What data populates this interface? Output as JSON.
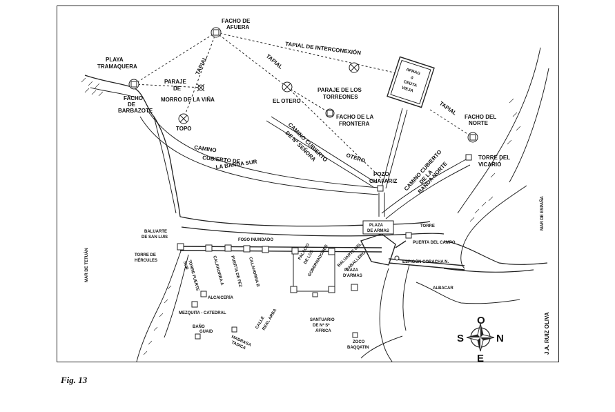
{
  "map": {
    "labels": {
      "facho_afuera": [
        "FACHO DE",
        "AFUERA"
      ],
      "tapial_interconexion": "TAPIAL DE INTERCONEXIÓN",
      "playa_tramaquera": [
        "PLAYA",
        "TRAMAQUERA"
      ],
      "facho_barbazote": [
        "FACHO",
        "DE",
        "BARBAZOTE"
      ],
      "tapial_1": "TAPIAL",
      "tapial_2": "TAPIAL",
      "tapial_3": "TAPIAL",
      "paraje_morro": [
        "PARAJE",
        "DE",
        "MORRO DE LA VIÑA"
      ],
      "topo": "TOPO",
      "el_otero": "EL OTERO",
      "paraje_torreones": [
        "PARAJE DE LOS",
        "TORREONES"
      ],
      "facho_frontera": [
        "FACHO DE LA",
        "FRONTERA"
      ],
      "afrag": [
        "AFRAG",
        "ó",
        "CEUTA",
        "VIEJA"
      ],
      "facho_norte": [
        "FACHO DEL",
        "NORTE"
      ],
      "torre_vicario": [
        "TORRE DEL",
        "VICARIO"
      ],
      "camino_banda_sur": [
        "CAMINO",
        "CUBIERTO DE",
        "LA BANDA SUR"
      ],
      "camino_senora": [
        "CAMINO CUBIERTO",
        "DE Nª SEÑORA"
      ],
      "otero": "OTERO",
      "pozo_chafariz": [
        "POZO",
        "CHAFARIZ"
      ],
      "camino_banda_norte": [
        "CAMINO CUBIERTO",
        "DE LA",
        "BANDA NORTE"
      ],
      "plaza_armas": [
        "PLAZA",
        "DE ARMAS"
      ],
      "torre": "TORRE",
      "puerta_campo": "PUERTA DEL CAMPO",
      "espigon": "ESPIGÓN CORACHA N.",
      "albacar": "ALBACAR",
      "baluarte_san_luis": [
        "BALUARTE",
        "DE SAN LUIS"
      ],
      "foso_inundado": "FOSO INUNDADO",
      "torre_hercules": [
        "TORRE DE",
        "HÉRCULES"
      ],
      "torre_fuerte": [
        "TORRE FUERTE",
        "SUR"
      ],
      "calahorra_1": "CALAHORRA A",
      "puerta_fez": "PUERTA DE FEZ",
      "calahorra_2": "CALAHORRA B",
      "palacio": [
        "PALACIO",
        "DE LOS",
        "GOBERNADORES"
      ],
      "baluarte_caballero": [
        "BALUARTE DEL",
        "CABALLERO"
      ],
      "plaza_darmas": [
        "PLAZA",
        "D'ARMAS"
      ],
      "alcaiceria": "ALCAICERÍA",
      "mezquita": "MEZQUITA - CATEDRAL",
      "calle_real": [
        "CALLE",
        "REAL ARBA"
      ],
      "bano": [
        "BAÑO",
        "GUAID"
      ],
      "madrasa": [
        "MADRASA",
        "TADICA"
      ],
      "santuario": [
        "SANTUARIO",
        "DE Nª Sª",
        "ÁFRICA"
      ],
      "zoco": [
        "ZOCO",
        "BAQQATIN"
      ],
      "mar_tetuan": "MAR DE TETUÁN",
      "mar_espana": "MAR DE ESPAÑA",
      "author": "J.A. RUIZ OLIVA"
    },
    "compass": {
      "n": "N",
      "s": "S",
      "o": "O",
      "e": "E"
    }
  },
  "caption": "Fig. 13"
}
